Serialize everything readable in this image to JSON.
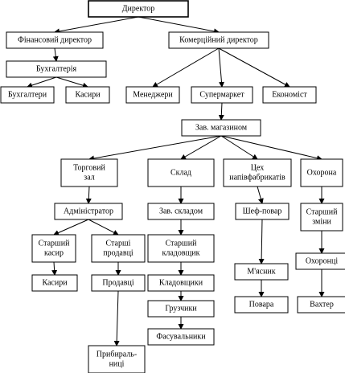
{
  "diagram": {
    "colors": {
      "stroke": "#000000",
      "fill": "#ffffff",
      "text": "#000000"
    },
    "nodes": [
      {
        "id": "dyrektor",
        "lines": [
          "Директор"
        ]
      },
      {
        "id": "fin_dyr",
        "lines": [
          "Фінансовий директор"
        ]
      },
      {
        "id": "kom_dyr",
        "lines": [
          "Комерційний директор"
        ]
      },
      {
        "id": "buhg",
        "lines": [
          "Бухгалтерія"
        ]
      },
      {
        "id": "buhgaltery",
        "lines": [
          "Бухгалтери"
        ]
      },
      {
        "id": "kasyry_f",
        "lines": [
          "Касири"
        ]
      },
      {
        "id": "menedzhery",
        "lines": [
          "Менеджери"
        ]
      },
      {
        "id": "supermarket",
        "lines": [
          "Супермаркет"
        ]
      },
      {
        "id": "ekonomist",
        "lines": [
          "Економіст"
        ]
      },
      {
        "id": "zav_mag",
        "lines": [
          "Зав. магазином"
        ]
      },
      {
        "id": "torg_zal",
        "lines": [
          "Торговий",
          "зал"
        ]
      },
      {
        "id": "sklad",
        "lines": [
          "Склад"
        ]
      },
      {
        "id": "tseh",
        "lines": [
          "Цех",
          "напівфабрикатів"
        ]
      },
      {
        "id": "ohorona",
        "lines": [
          "Охорона"
        ]
      },
      {
        "id": "admin",
        "lines": [
          "Адміністратор"
        ]
      },
      {
        "id": "zav_skl",
        "lines": [
          "Зав. складом"
        ]
      },
      {
        "id": "shef",
        "lines": [
          "Шеф-повар"
        ]
      },
      {
        "id": "st_zminy",
        "lines": [
          "Старший",
          "зміни"
        ]
      },
      {
        "id": "st_kasyr",
        "lines": [
          "Старший",
          "касир"
        ]
      },
      {
        "id": "st_prod",
        "lines": [
          "Старші",
          "продавці"
        ]
      },
      {
        "id": "st_klad",
        "lines": [
          "Старший",
          "кладовщик"
        ]
      },
      {
        "id": "myasnyk",
        "lines": [
          "М'ясник"
        ]
      },
      {
        "id": "ohorontsi",
        "lines": [
          "Охоронці"
        ]
      },
      {
        "id": "kasyry_t",
        "lines": [
          "Касири"
        ]
      },
      {
        "id": "prodavtsi",
        "lines": [
          "Продавці"
        ]
      },
      {
        "id": "kladovshchyky",
        "lines": [
          "Кладовщики"
        ]
      },
      {
        "id": "povara",
        "lines": [
          "Повара"
        ]
      },
      {
        "id": "vahter",
        "lines": [
          "Вахтер"
        ]
      },
      {
        "id": "gruzchyky",
        "lines": [
          "Грузчики"
        ]
      },
      {
        "id": "fasuv",
        "lines": [
          "Фасувальники"
        ]
      },
      {
        "id": "prybyr",
        "lines": [
          "Прибираль-",
          "ниці"
        ]
      }
    ],
    "edges": [
      [
        "dyrektor",
        "fin_dyr"
      ],
      [
        "dyrektor",
        "kom_dyr"
      ],
      [
        "fin_dyr",
        "buhg"
      ],
      [
        "buhg",
        "buhgaltery"
      ],
      [
        "buhg",
        "kasyry_f"
      ],
      [
        "kom_dyr",
        "menedzhery"
      ],
      [
        "kom_dyr",
        "supermarket"
      ],
      [
        "kom_dyr",
        "ekonomist"
      ],
      [
        "supermarket",
        "zav_mag"
      ],
      [
        "zav_mag",
        "torg_zal"
      ],
      [
        "zav_mag",
        "sklad"
      ],
      [
        "zav_mag",
        "tseh"
      ],
      [
        "zav_mag",
        "ohorona"
      ],
      [
        "torg_zal",
        "admin"
      ],
      [
        "admin",
        "st_kasyr"
      ],
      [
        "admin",
        "st_prod"
      ],
      [
        "st_kasyr",
        "kasyry_t"
      ],
      [
        "st_prod",
        "prodavtsi"
      ],
      [
        "prodavtsi",
        "prybyr"
      ],
      [
        "sklad",
        "zav_skl"
      ],
      [
        "zav_skl",
        "st_klad"
      ],
      [
        "st_klad",
        "kladovshchyky"
      ],
      [
        "kladovshchyky",
        "gruzchyky"
      ],
      [
        "gruzchyky",
        "fasuv"
      ],
      [
        "tseh",
        "shef"
      ],
      [
        "shef",
        "myasnyk"
      ],
      [
        "myasnyk",
        "povara"
      ],
      [
        "ohorona",
        "st_zminy"
      ],
      [
        "st_zminy",
        "ohorontsi"
      ],
      [
        "ohorontsi",
        "vahter"
      ]
    ]
  }
}
